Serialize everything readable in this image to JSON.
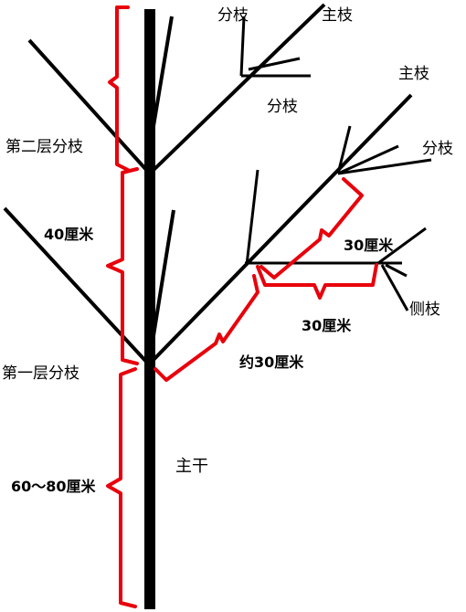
{
  "labels": {
    "branch_top": "分枝",
    "main_top": "主枝",
    "branch_mid": "分枝",
    "main_right": "主枝",
    "branch_right": "分枝",
    "second_layer": "第二层分枝",
    "dist_40": "40厘米",
    "dist_30a": "30厘米",
    "side_branch": "侧枝",
    "dist_30b": "30厘米",
    "first_layer": "第一层分枝",
    "approx_30": "约30厘米",
    "trunk": "主干",
    "height_range": "60～80厘米"
  },
  "colors": {
    "line": "#000000",
    "bracket": "#e8000b"
  }
}
